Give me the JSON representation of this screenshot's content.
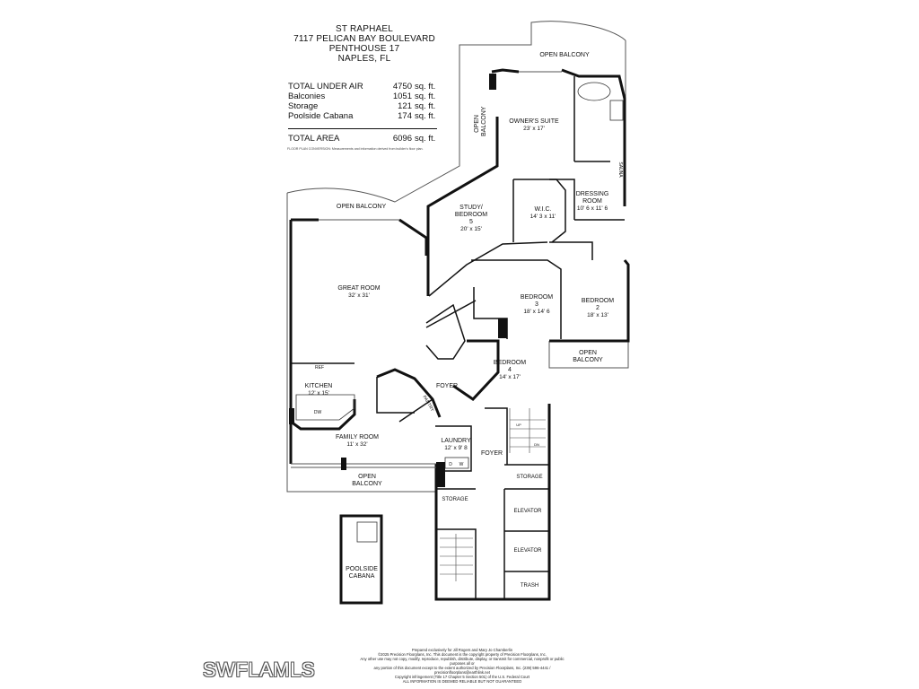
{
  "header": {
    "line1": "ST RAPHAEL",
    "line2": "7117 PELICAN BAY BOULEVARD",
    "line3": "PENTHOUSE 17",
    "line4": "NAPLES, FL"
  },
  "areas": [
    {
      "label": "TOTAL UNDER AIR",
      "value": "4750",
      "unit": "sq. ft."
    },
    {
      "label": "Balconies",
      "value": "1051",
      "unit": "sq. ft."
    },
    {
      "label": "Storage",
      "value": "121",
      "unit": "sq. ft."
    },
    {
      "label": "Poolside Cabana",
      "value": "174",
      "unit": "sq. ft."
    }
  ],
  "total": {
    "label": "TOTAL AREA",
    "value": "6096",
    "unit": "sq. ft."
  },
  "conversion_note": "FLOOR PLAN CONVERSION: Measurements and information derived from builder's floor plan.",
  "rooms": {
    "open_balcony_top": "OPEN BALCONY",
    "open_balcony_left_a": "OPEN",
    "open_balcony_left_b": "BALCONY",
    "owners_suite": "OWNER'S SUITE",
    "owners_suite_dim": "23' x 17'",
    "sauna": "SAUNA",
    "dressing_room_a": "DRESSING",
    "dressing_room_b": "ROOM",
    "dressing_room_dim": "10' 6 x 11' 6",
    "wic": "W.I.C.",
    "wic_dim": "14' 3 x 11'",
    "study_a": "STUDY/",
    "study_b": "BEDROOM",
    "study_c": "5",
    "study_dim": "20' x 15'",
    "open_balcony_great": "OPEN BALCONY",
    "great_room": "GREAT ROOM",
    "great_room_dim": "32' x 31'",
    "bedroom3_a": "BEDROOM",
    "bedroom3_b": "3",
    "bedroom3_dim": "18' x 14' 6",
    "bedroom2_a": "BEDROOM",
    "bedroom2_b": "2",
    "bedroom2_dim": "18' x 13'",
    "open_balcony_br_a": "OPEN",
    "open_balcony_br_b": "BALCONY",
    "bedroom4_a": "BEDROOM",
    "bedroom4_b": "4",
    "bedroom4_dim": "14' x 17'",
    "ref": "REF",
    "kitchen": "KITCHEN",
    "kitchen_dim": "12' x 15'",
    "dw": "DW",
    "foyer1": "FOYER",
    "pantry": "PANTRY",
    "family_room": "FAMILY ROOM",
    "family_room_dim": "11' x 32'",
    "laundry": "LAUNDRY",
    "laundry_dim": "12' x 9' 8",
    "dr": "D",
    "wsh": "W",
    "foyer2": "FOYER",
    "open_balcony_bottom_a": "OPEN",
    "open_balcony_bottom_b": "BALCONY",
    "storage1": "STORAGE",
    "storage2": "STORAGE",
    "elevator1": "ELEVATOR",
    "elevator2": "ELEVATOR",
    "trash": "TRASH",
    "cabana_a": "POOLSIDE",
    "cabana_b": "CABANA",
    "up": "UP",
    "dn": "DN"
  },
  "credits": {
    "line1": "Prepared exclusively for Jill Rogers and Mary Jo Chamberlin",
    "line2": "©2025 Precision Floorplans, Inc.  This document is the copyright property of Precision Floorplans, Inc.",
    "line3": "Any other use may not copy, modify, reproduce, republish, distribute, display, or transmit for commercial, nonprofit or public purposes all or",
    "line4": "any portion of this document except to the extent authorized by Precision Floorplans, Inc. (239) 596-4441 / precisionfloorplans@earthlink.net",
    "line5": "Copyright infringement (Title 17 Chapter 5 Section 501) of the U.S. Federal Court",
    "line6": "ALL INFORMATION IS DEEMED RELIABLE BUT NOT GUARANTEED"
  },
  "watermark": "SWFLAMLS"
}
